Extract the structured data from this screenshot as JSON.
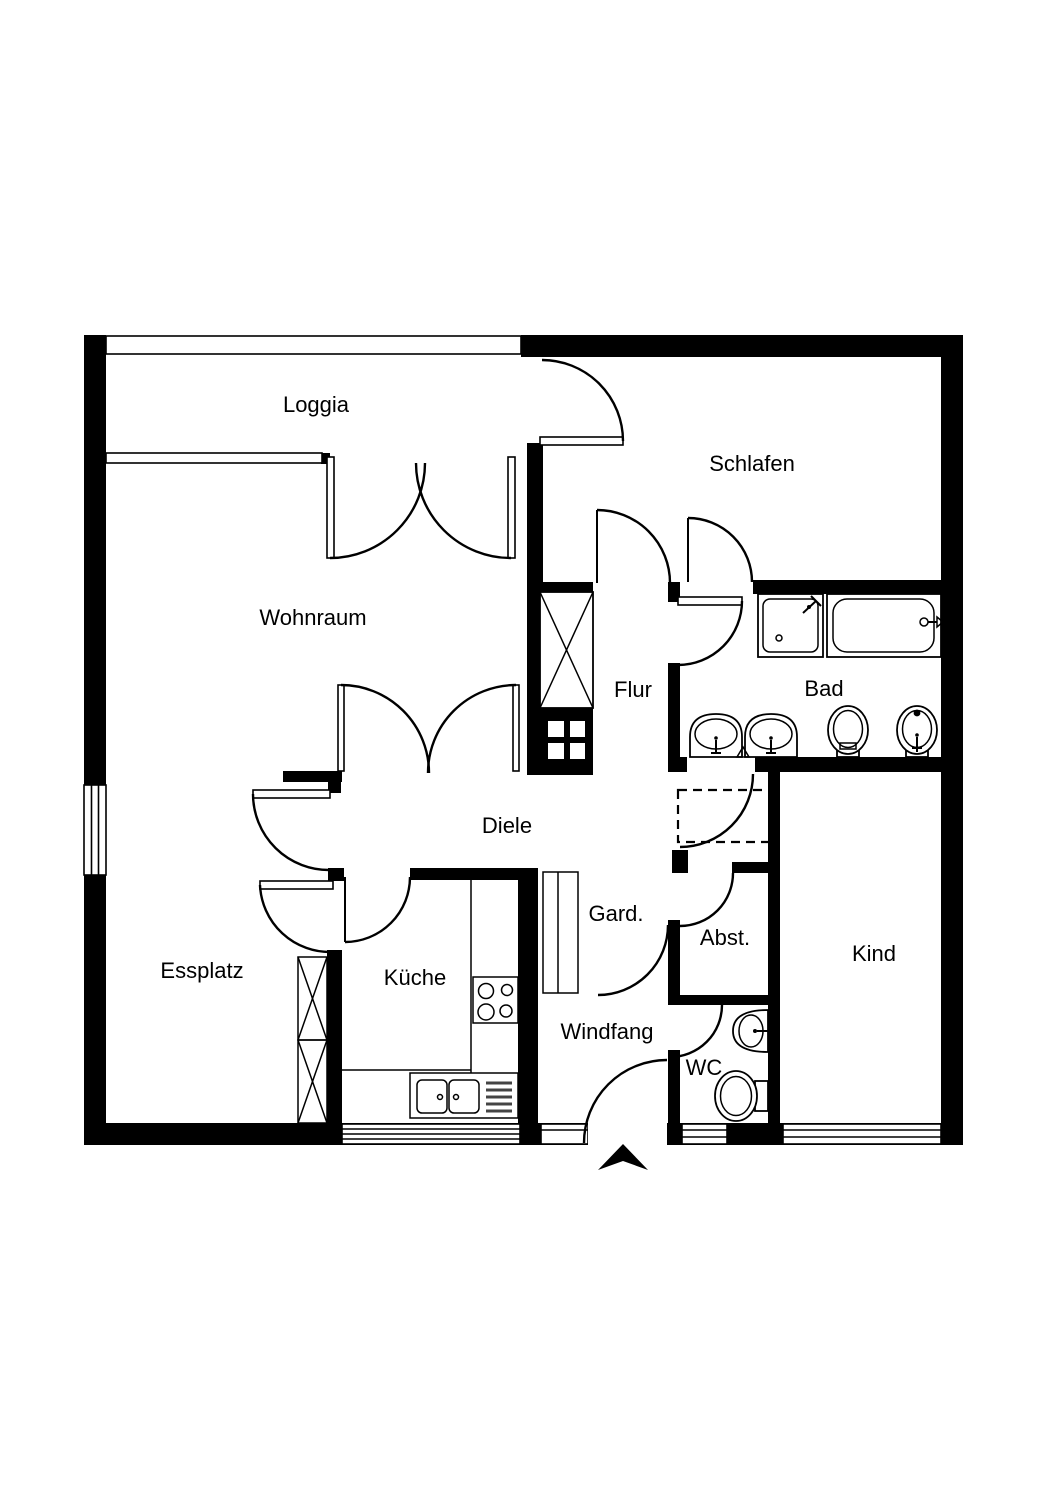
{
  "plan": {
    "type": "apartment-floor-plan",
    "colors": {
      "wall": "#000000",
      "background": "#ffffff",
      "line": "#000000"
    },
    "rooms": {
      "loggia": {
        "label": "Loggia"
      },
      "schlafen": {
        "label": "Schlafen"
      },
      "wohnraum": {
        "label": "Wohnraum"
      },
      "flur": {
        "label": "Flur"
      },
      "bad": {
        "label": "Bad"
      },
      "diele": {
        "label": "Diele"
      },
      "gard": {
        "label": "Gard."
      },
      "abst": {
        "label": "Abst."
      },
      "kind": {
        "label": "Kind"
      },
      "essplatz": {
        "label": "Essplatz"
      },
      "kueche": {
        "label": "Küche"
      },
      "windfang": {
        "label": "Windfang"
      },
      "wc": {
        "label": "WC"
      }
    },
    "icons": {
      "entrance_arrow": "black triangle marking entrance",
      "bathtub": "tub with faucet",
      "shower": "square tray with hand shower",
      "double_washbasin": "two oval basins with taps",
      "toilet": "oval bowl with seat",
      "bidet": "oval bowl with tap and drain dot",
      "stove": "4 burner cooktop",
      "kitchen_sink": "double bowl sink with drainboard",
      "wardrobe": "crossed rectangle built-in closet",
      "shaft": "black block with four white squares"
    }
  }
}
